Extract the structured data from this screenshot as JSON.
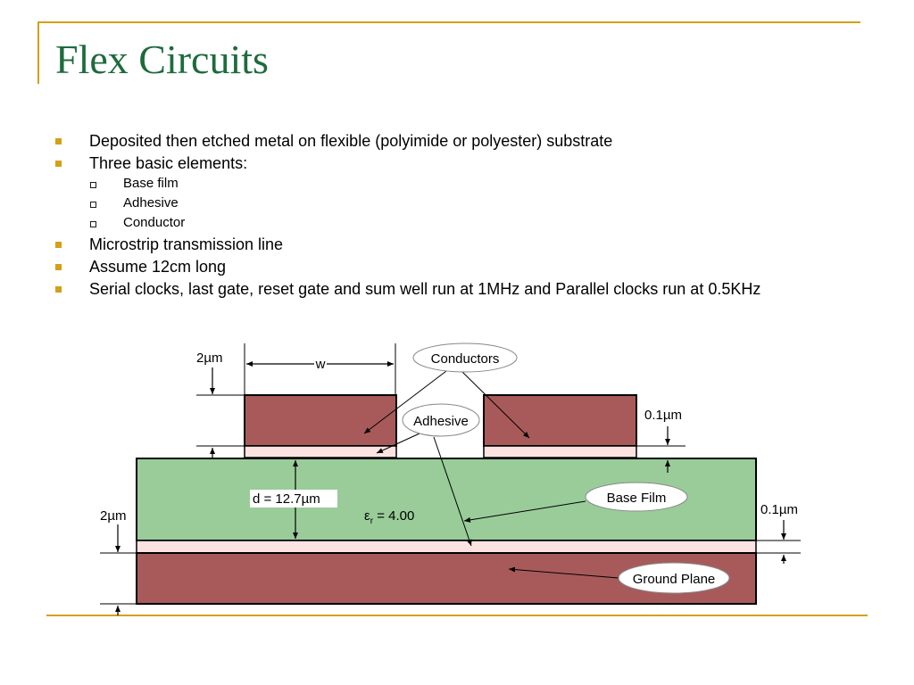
{
  "slide": {
    "title": "Flex Circuits",
    "bullets": [
      "Deposited then etched metal on flexible (polyimide or polyester) substrate",
      "Three basic elements:",
      "Microstrip transmission line",
      "Assume 12cm long",
      "Serial clocks, last gate, reset gate and sum well run at 1MHz and Parallel clocks run at 0.5KHz"
    ],
    "sub_bullets": [
      "Base film",
      "Adhesive",
      "Conductor"
    ]
  },
  "diagram": {
    "colors": {
      "conductor": "#a85a5a",
      "adhesive": "#fde2e2",
      "base_film": "#99cc99",
      "ground_plane": "#a85a5a",
      "accent": "#d4a017",
      "title": "#1e6b3c"
    },
    "labels": {
      "conductors": "Conductors",
      "adhesive": "Adhesive",
      "base_film": "Base Film",
      "ground_plane": "Ground Plane",
      "top_thickness": "2µm",
      "bottom_thickness": "2µm",
      "top_adhesive_thickness": "0.1µm",
      "bottom_adhesive_thickness": "0.1µm",
      "width": "w",
      "dielectric_thickness": "d = 12.7µm",
      "permittivity_symbol": "ε",
      "permittivity_sub": "r",
      "permittivity_value": " = 4.00"
    }
  }
}
